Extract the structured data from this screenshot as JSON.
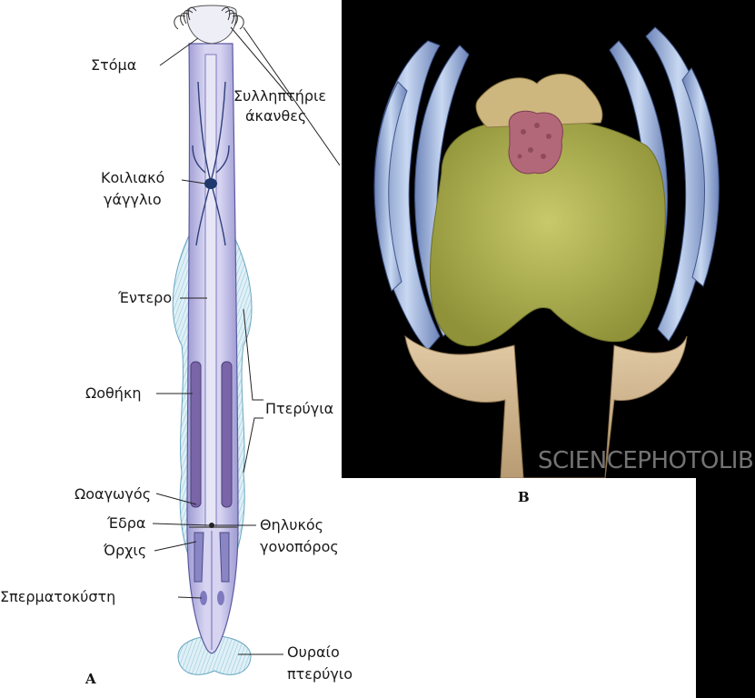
{
  "panel_a": {
    "letter": "A",
    "labels": {
      "mouth": "Στόμα",
      "grasping_spines_1": "Συλληπτήριε",
      "grasping_spines_2": "άκανθες",
      "ventral_ganglion_1": "Κοιλιακό",
      "ventral_ganglion_2": "γάγγλιο",
      "intestine": "Έντερο",
      "ovary": "Ωοθήκη",
      "fins": "Πτερύγια",
      "oviduct": "Ωοαγωγός",
      "anus": "Έδρα",
      "testis": "Όρχις",
      "female_gonopore_1": "Θηλυκός",
      "female_gonopore_2": "γονοπόρος",
      "seminal_vesicle": "Σπερματοκύστη",
      "tail_fin_1": "Ουραίο",
      "tail_fin_2": "πτερύγιο"
    }
  },
  "panel_b": {
    "letter": "B",
    "watermark": "SCIENCEPHOTOLIBRA"
  },
  "colors": {
    "body": "#c9c6ea",
    "body_dark": "#8f8cc7",
    "fin": "#b9dcea",
    "ovary": "#7a65a8",
    "head_green": "#b9bb58",
    "spine_blue": "#a9bfe6",
    "neck_tan": "#d8bf9a",
    "mouth_pink": "#b3687a"
  }
}
